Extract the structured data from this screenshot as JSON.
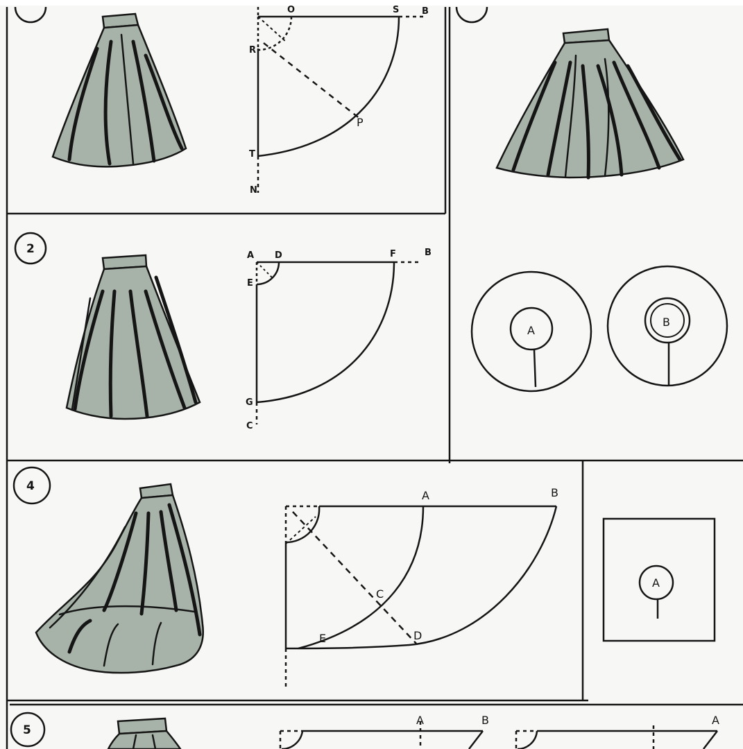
{
  "panels": {
    "p1": {
      "labels": {
        "top_left": "O",
        "top_right": "S",
        "top_end": "B",
        "left_arc": "R",
        "diagonal": "P",
        "bottom": "T",
        "bottom_end": "N"
      }
    },
    "p2": {
      "number": "2",
      "labels": {
        "corner": "A",
        "top_arc": "D",
        "top_right": "F",
        "top_end": "B",
        "left_arc": "E",
        "bottom": "G",
        "bottom_end": "C"
      }
    },
    "p3": {
      "circle_a": "A",
      "circle_b": "B"
    },
    "p4": {
      "number": "4",
      "labels": {
        "top_mid": "A",
        "top_right": "B",
        "cross": "C",
        "bottom_diag": "D",
        "bottom_left": "E"
      },
      "square_circle": "A"
    },
    "p5": {
      "number": "5",
      "labels": {
        "mid_a": "A",
        "mid_b": "B",
        "right_a": "A"
      }
    }
  }
}
